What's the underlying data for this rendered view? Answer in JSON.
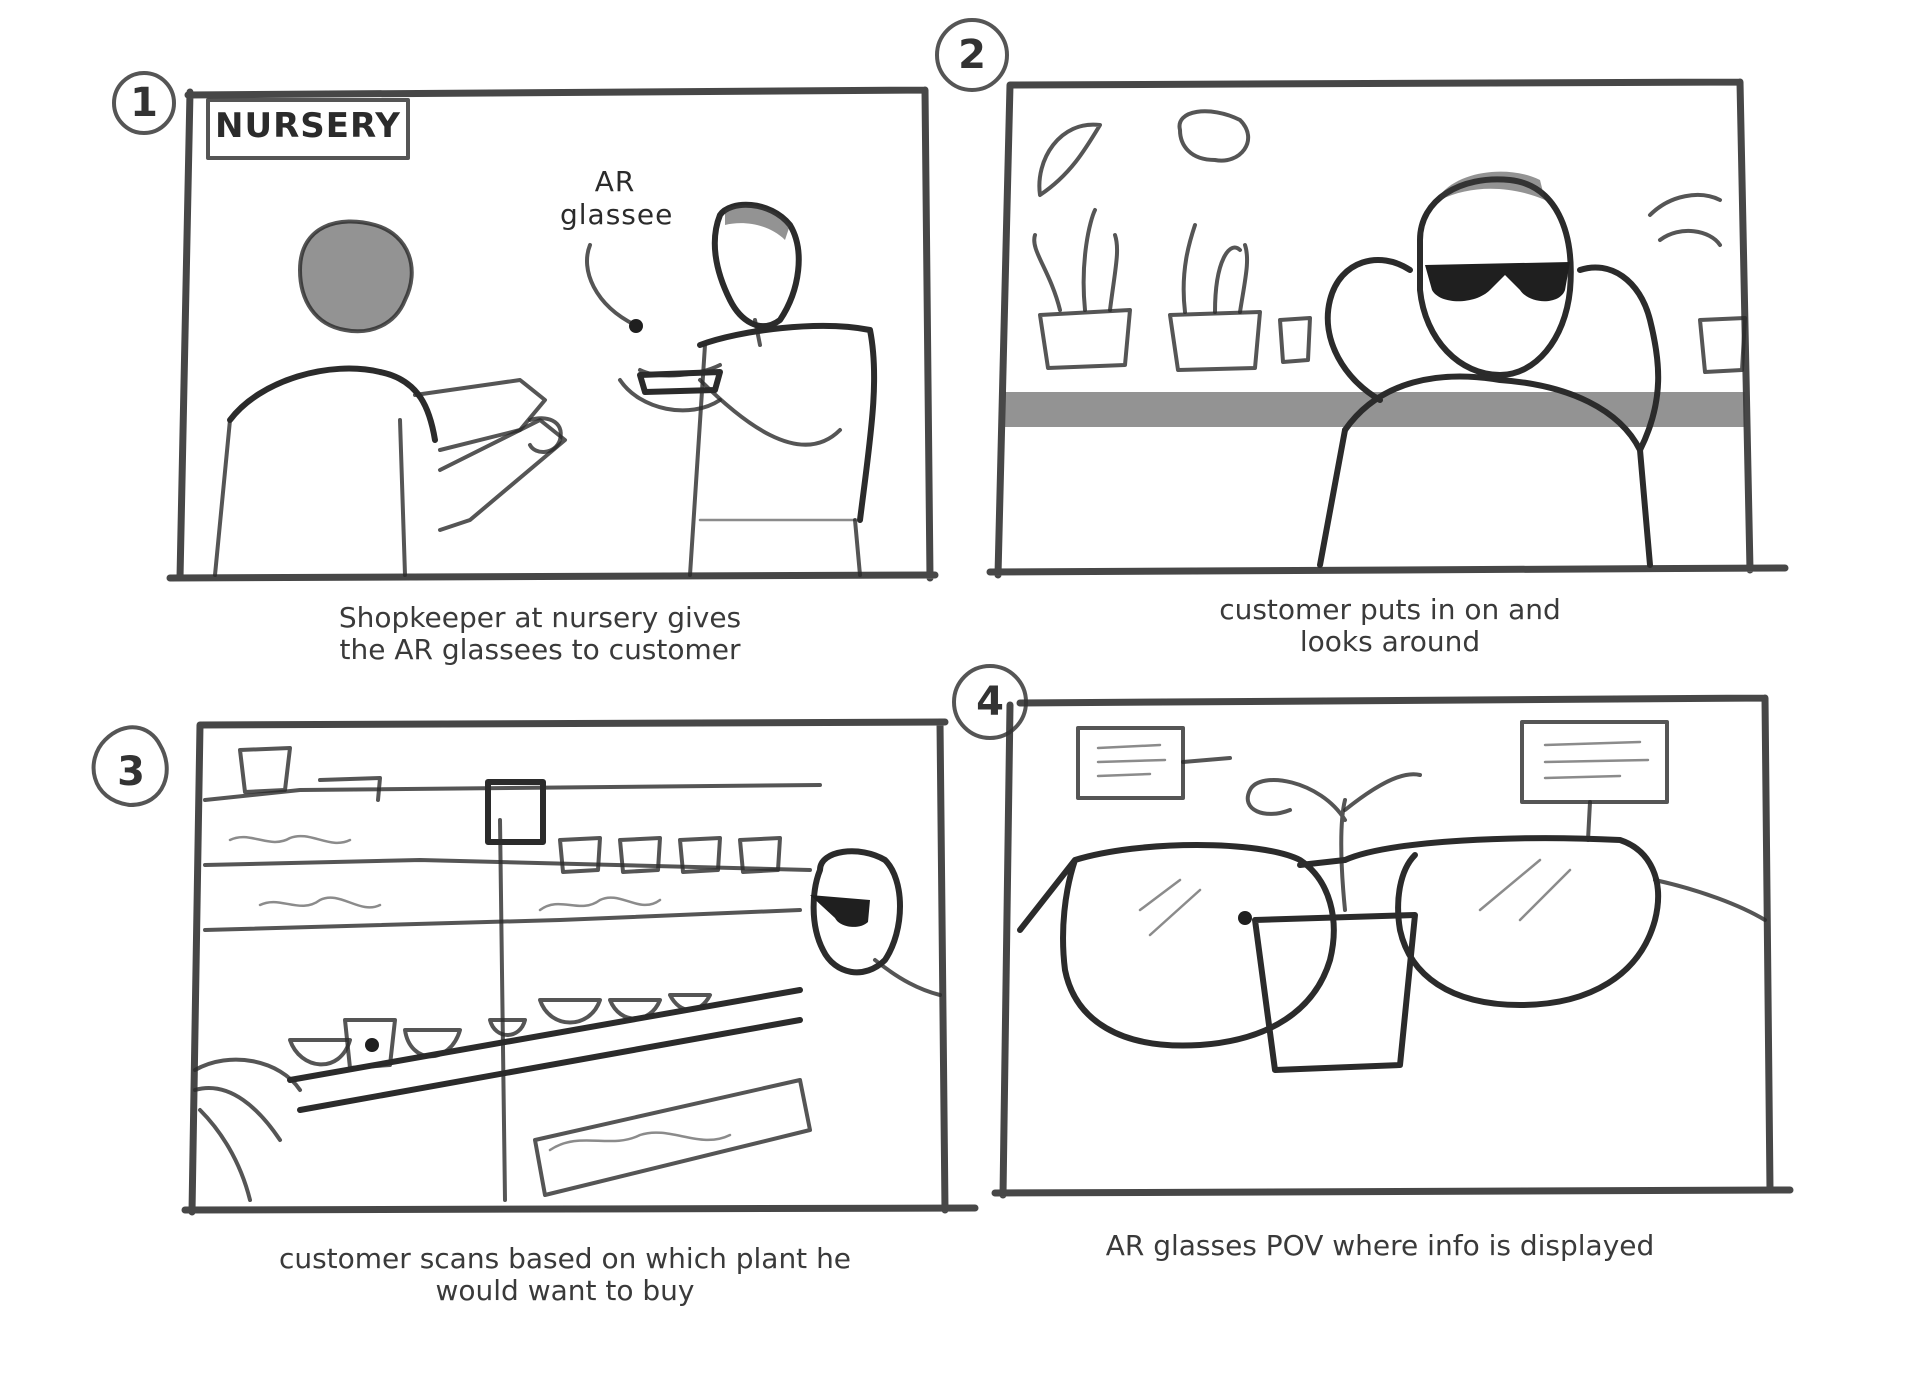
{
  "panels": [
    {
      "number": "1",
      "caption_lines": [
        "Shopkeeper at nursery gives",
        "the AR glassees to customer"
      ],
      "sign": "NURSERY",
      "annotation_lines": [
        "AR",
        "glassee"
      ]
    },
    {
      "number": "2",
      "caption_lines": [
        "customer puts in on and",
        "looks around"
      ]
    },
    {
      "number": "3",
      "caption_lines": [
        "customer scans based on which plant he",
        "would want to buy"
      ]
    },
    {
      "number": "4",
      "caption_lines": [
        "AR glasses POV where info is displayed"
      ]
    }
  ]
}
